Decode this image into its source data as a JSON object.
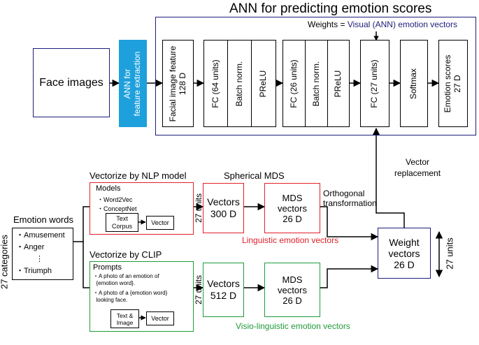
{
  "colors": {
    "blue": "#1d1d7a",
    "red": "#e0202a",
    "green": "#1f9a3a",
    "feature_blue": "#1ea0dc",
    "black": "#000000"
  },
  "ann": {
    "title": "ANN for predicting emotion scores",
    "weights_prefix": "Weights = ",
    "weights_colored": "Visual (ANN) emotion vectors",
    "feature_extraction": "ANN for\nfeature extraction",
    "face_images": "Face images",
    "layers": [
      "Facial image feature\n128 D",
      "FC (64 units)",
      "Batch norm.",
      "PReLU",
      "FC (26 units)",
      "Batch norm.",
      "PReLU",
      "FC (27 units)",
      "Softmax",
      "Emotion scores\n27 D"
    ]
  },
  "emotion_words": {
    "title": "Emotion words",
    "categories_label": "27 categories",
    "items": [
      "・Amusement",
      "・Anger",
      "⋮",
      "・Triumph"
    ]
  },
  "nlp": {
    "title": "Vectorize by NLP model",
    "models_label": "Models",
    "models": [
      "・Word2Vec",
      "・ConceptNet"
    ],
    "text_corpus": "Text\nCorpus",
    "vector": "Vector",
    "units": "27 units",
    "vectors": "Vectors\n300 D",
    "mds_vectors": "MDS\nvectors\n26 D",
    "spherical_mds": "Spherical MDS",
    "linguistic_label": "Linguistic emotion vectors"
  },
  "clip": {
    "title": "Vectorize by CLIP",
    "prompts_label": "Prompts",
    "prompt_1": "・A photo of an emotion of\n  {emotion word}.",
    "prompt_2": "・A photo of a {emotion word}\n  looking face.",
    "text_image": "Text &\nImage",
    "vector": "Vector",
    "units": "27 units",
    "vectors": "Vectors\n512 D",
    "mds_vectors": "MDS\nvectors\n26 D",
    "visio_label": "Visio-linguistic emotion vectors"
  },
  "weight": {
    "orthogonal": "Orthogonal\ntransformation",
    "vector_replacement": "Vector\nreplacement",
    "weight_vectors": "Weight\nvectors\n26 D",
    "units": "27 units"
  }
}
